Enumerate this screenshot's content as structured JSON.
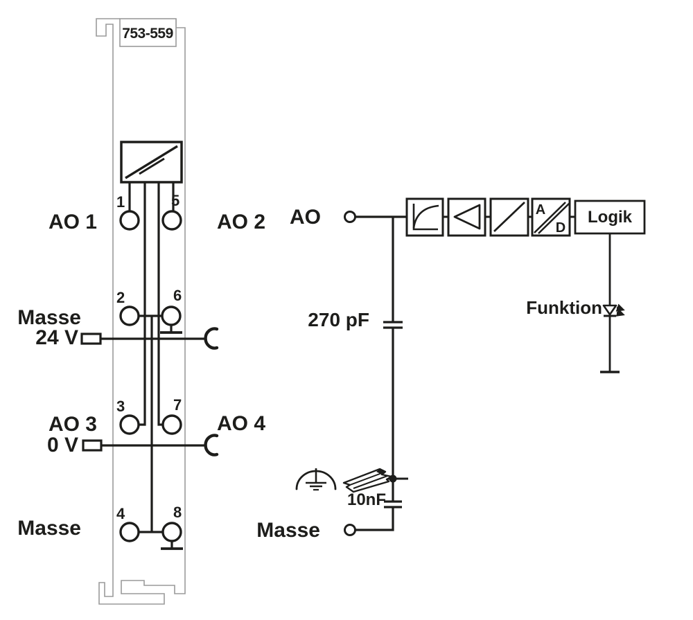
{
  "module": {
    "part_number": "753-559",
    "labels": {
      "ao1": "AO 1",
      "ao2": "AO 2",
      "ao3": "AO 3",
      "ao4": "AO 4",
      "masse_top": "Masse",
      "masse_bottom": "Masse",
      "supply_24v": "24 V",
      "supply_0v": "0 V"
    },
    "terminals": {
      "t1": "1",
      "t2": "2",
      "t3": "3",
      "t4": "4",
      "t5": "5",
      "t6": "6",
      "t7": "7",
      "t8": "8"
    }
  },
  "circuit": {
    "output_label": "AO",
    "ground_label": "Masse",
    "capacitor_filter": "270 pF",
    "capacitor_rail": "10nF",
    "logic_box": "Logik",
    "converter_a": "A",
    "converter_d": "D",
    "led_label": "Funktion"
  },
  "colors": {
    "line": "#1d1d1b",
    "module_outline": "#9a9a9a",
    "background": "#ffffff"
  }
}
